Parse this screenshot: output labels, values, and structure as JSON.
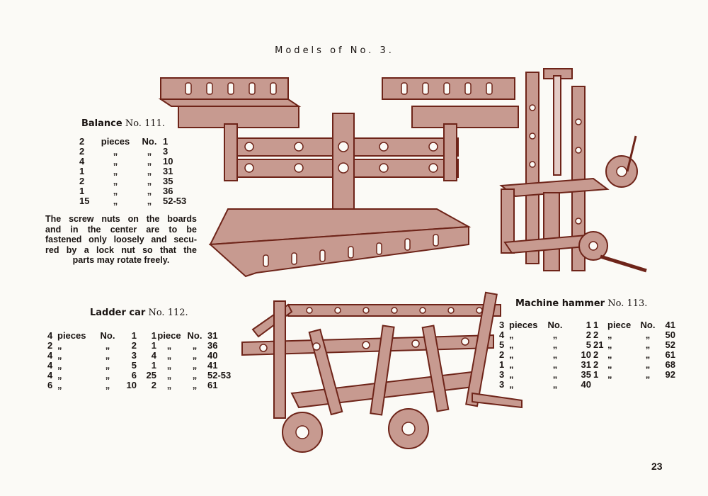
{
  "page_title": "Models of No. 3.",
  "page_number": "23",
  "ink_color": "#7a2e22",
  "balance": {
    "name": "Balance",
    "number": "No. 111.",
    "parts": [
      [
        "2",
        "pieces",
        "No.",
        "1"
      ],
      [
        "2",
        "„",
        "„",
        "3"
      ],
      [
        "4",
        "„",
        "„",
        "10"
      ],
      [
        "1",
        "„",
        "„",
        "31"
      ],
      [
        "2",
        "„",
        "„",
        "35"
      ],
      [
        "1",
        "„",
        "„",
        "36"
      ],
      [
        "15",
        "„",
        "„",
        "52-53"
      ]
    ],
    "note_lines": [
      "The screw nuts on the boards",
      "and in the center are to be",
      "fastened only loosely and secu-",
      "red by a lock nut so that the",
      "parts may rotate freely."
    ]
  },
  "ladder_car": {
    "name": "Ladder car",
    "number": "No. 112.",
    "parts": [
      [
        "4",
        "pieces",
        "No.",
        "1",
        "1",
        "piece",
        "No.",
        "31"
      ],
      [
        "2",
        "„",
        "„",
        "2",
        "1",
        "„",
        "„",
        "36"
      ],
      [
        "4",
        "„",
        "„",
        "3",
        "4",
        "„",
        "„",
        "40"
      ],
      [
        "4",
        "„",
        "„",
        "5",
        "1",
        "„",
        "„",
        "41"
      ],
      [
        "4",
        "„",
        "„",
        "6",
        "25",
        "„",
        "„",
        "52-53"
      ],
      [
        "6",
        "„",
        "„",
        "10",
        "2",
        "„",
        "„",
        "61"
      ]
    ]
  },
  "machine_hammer": {
    "name": "Machine hammer",
    "number": "No. 113.",
    "parts_left": [
      [
        "3",
        "pieces",
        "No.",
        "1"
      ],
      [
        "4",
        "„",
        "„",
        "2"
      ],
      [
        "5",
        "„",
        "„",
        "5"
      ],
      [
        "2",
        "„",
        "„",
        "10"
      ],
      [
        "1",
        "„",
        "„",
        "31"
      ],
      [
        "3",
        "„",
        "„",
        "35"
      ],
      [
        "3",
        "„",
        "„",
        "40"
      ]
    ],
    "parts_right": [
      [
        "1",
        "piece",
        "No.",
        "41"
      ],
      [
        "2",
        "„",
        "„",
        "50"
      ],
      [
        "21",
        "„",
        "„",
        "52"
      ],
      [
        "2",
        "„",
        "„",
        "61"
      ],
      [
        "2",
        "„",
        "„",
        "68"
      ],
      [
        "1",
        "„",
        "„",
        "92"
      ]
    ]
  }
}
